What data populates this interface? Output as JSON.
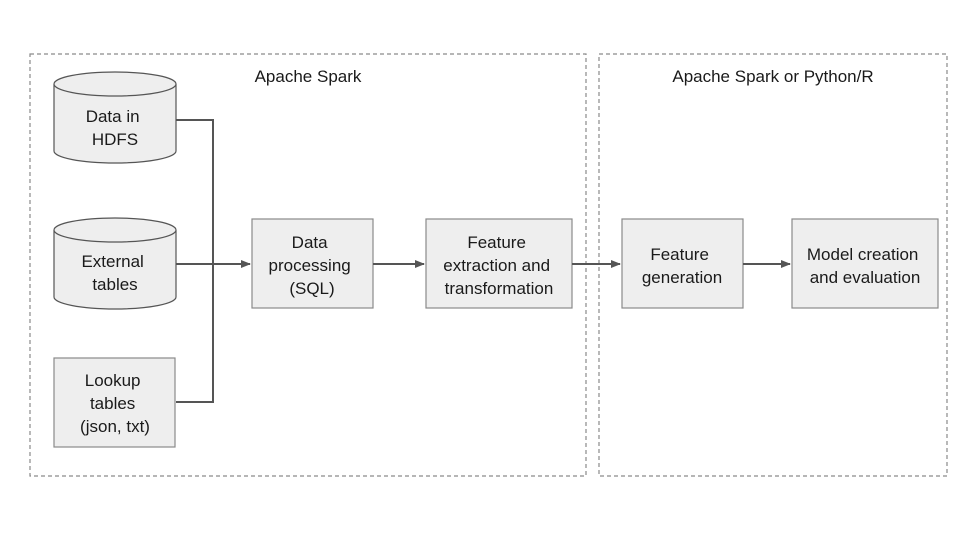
{
  "groups": {
    "spark": {
      "title": "Apache Spark"
    },
    "spark_or_python": {
      "title": "Apache Spark or Python/R"
    }
  },
  "nodes": {
    "data_hdfs": {
      "lines": [
        "Data in",
        "HDFS"
      ]
    },
    "external": {
      "lines": [
        "External",
        "tables"
      ]
    },
    "lookup": {
      "lines": [
        "Lookup",
        "tables",
        "(json, txt)"
      ]
    },
    "processing": {
      "lines": [
        "Data",
        "processing",
        "(SQL)"
      ]
    },
    "feature_ext": {
      "lines": [
        "Feature",
        "extraction and",
        "transformation"
      ]
    },
    "feature_gen": {
      "lines": [
        "Feature",
        "generation"
      ]
    },
    "model": {
      "lines": [
        "Model creation",
        "and evaluation"
      ]
    }
  }
}
